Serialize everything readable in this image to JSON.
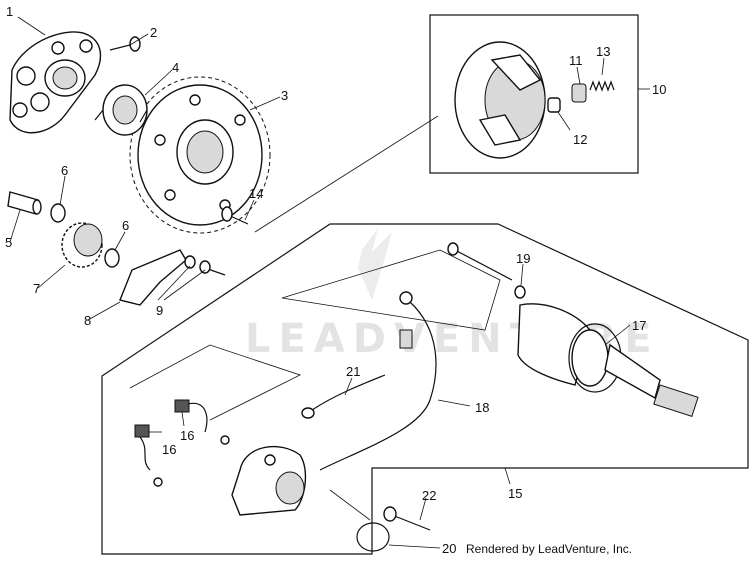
{
  "watermark": "LEADVENTURE",
  "credit": "Rendered by LeadVenture, Inc.",
  "callouts": {
    "c1": "1",
    "c2": "2",
    "c3": "3",
    "c4": "4",
    "c5": "5",
    "c6a": "6",
    "c6b": "6",
    "c7": "7",
    "c8": "8",
    "c9": "9",
    "c10": "10",
    "c11": "11",
    "c12": "12",
    "c13": "13",
    "c14": "14",
    "c15": "15",
    "c16a": "16",
    "c16b": "16",
    "c17": "17",
    "c18": "18",
    "c19": "19",
    "c20": "20",
    "c21": "21",
    "c22": "22"
  }
}
